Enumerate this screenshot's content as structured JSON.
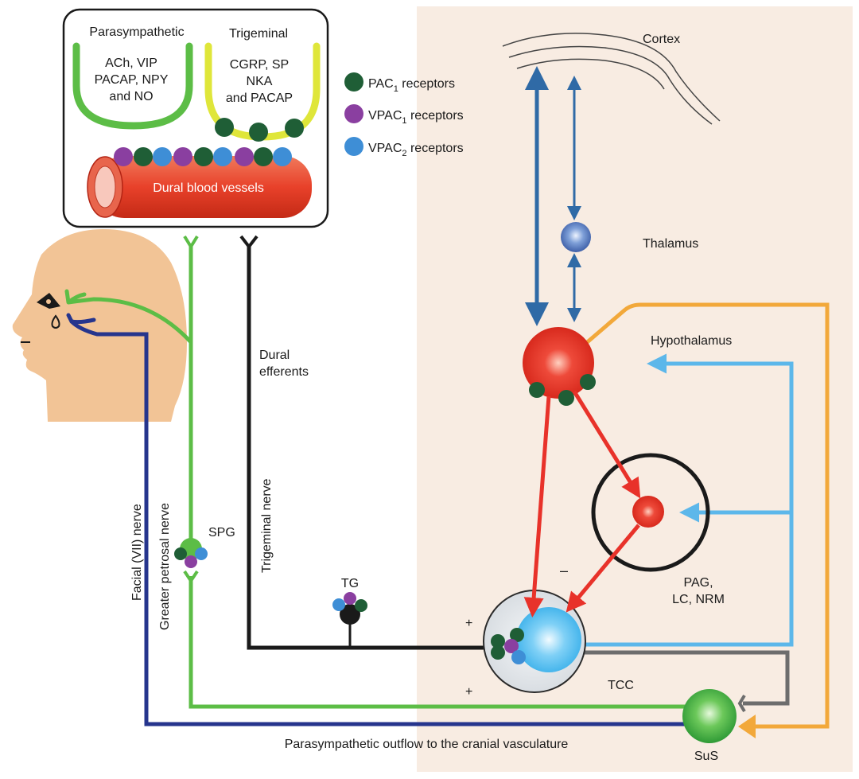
{
  "colors": {
    "background_panel": "#f8ece2",
    "parasympathetic_green": "#5cbd46",
    "trigeminal_yellow": "#dfe63a",
    "facial_nerve_blue": "#26358d",
    "trigeminal_nerve_black": "#1a1a1a",
    "cortex_thalamus_arrows": "#2f6aa6",
    "descending_red": "#e8322a",
    "hypothalamus_output_orange": "#f2a83a",
    "tcc_output_lightblue": "#5cb7ea",
    "tcc_output_gray": "#6d6d6d",
    "pac1_receptor": "#1f5e36",
    "vpac1_receptor": "#8a3fa0",
    "vpac2_receptor": "#3e8ed6",
    "dural_vessel": "#e8412a"
  },
  "inset": {
    "parasympathetic_title": "Parasympathetic",
    "parasympathetic_lines": [
      "ACh, VIP",
      "PACAP, NPY",
      "and NO"
    ],
    "trigeminal_title": "Trigeminal",
    "trigeminal_lines": [
      "CGRP, SP",
      "NKA",
      "and PACAP"
    ],
    "vessel_label": "Dural blood vessels"
  },
  "legend": {
    "pac1": {
      "name": "PAC",
      "sub": "1",
      "suffix": " receptors",
      "icon": "pac1-receptor-icon"
    },
    "vpac1": {
      "name": "VPAC",
      "sub": "1",
      "suffix": " receptors",
      "icon": "vpac1-receptor-icon"
    },
    "vpac2": {
      "name": "VPAC",
      "sub": "2",
      "suffix": " receptors",
      "icon": "vpac2-receptor-icon"
    }
  },
  "labels": {
    "cortex": "Cortex",
    "thalamus": "Thalamus",
    "hypothalamus": "Hypothalamus",
    "pag_line1": "PAG,",
    "pag_line2": "LC, NRM",
    "tcc": "TCC",
    "sus": "SuS",
    "tg": "TG",
    "spg": "SPG",
    "dural_line1": "Dural",
    "dural_line2": "efferents",
    "trigeminal_nerve": "Trigeminal nerve",
    "facial_nerve": "Facial (VII) nerve",
    "greater_petrosal_nerve": "Greater petrosal nerve",
    "outflow": "Parasympathetic outflow to the cranial vasculature",
    "minus_sign": "–",
    "plus_sign_1": "+",
    "plus_sign_2": "+"
  }
}
